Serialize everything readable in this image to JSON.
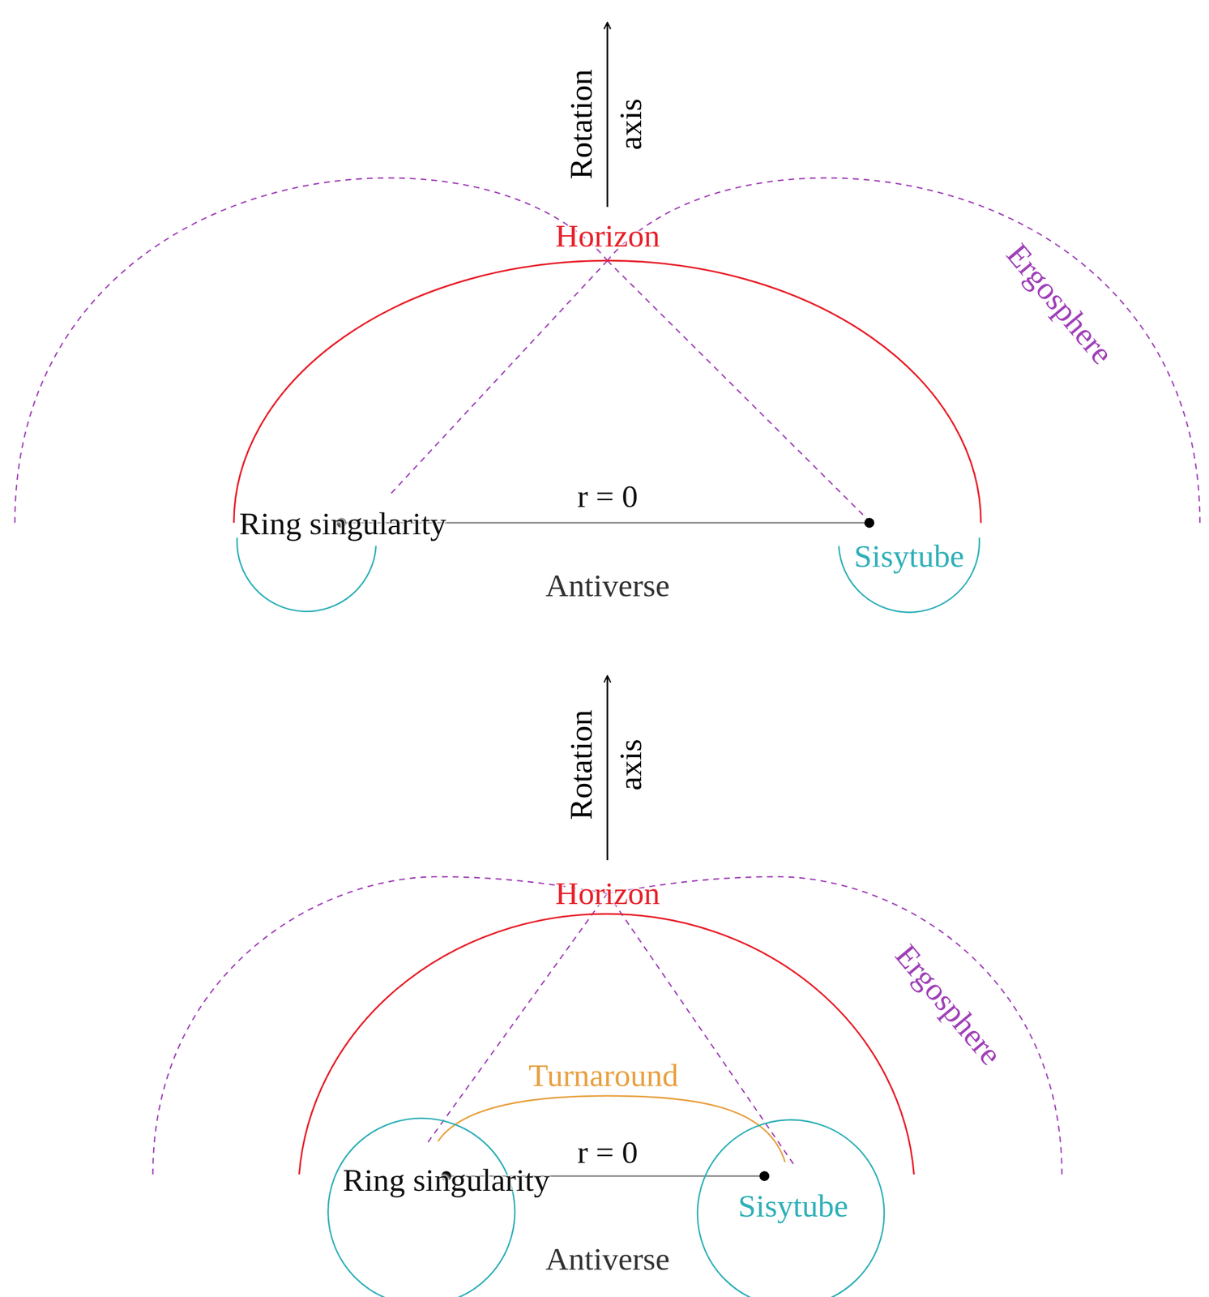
{
  "diagram": {
    "labels": [
      "Rotation axis",
      "Horizon",
      "Ergosphere",
      "Ring singularity",
      "r = 0",
      "Sisytube",
      "Antiverse",
      "Rotation axis",
      "Horizon",
      "Ergosphere",
      "Turnaround",
      "Ring singularity",
      "r = 0",
      "Sisytube",
      "Antiverse"
    ]
  }
}
